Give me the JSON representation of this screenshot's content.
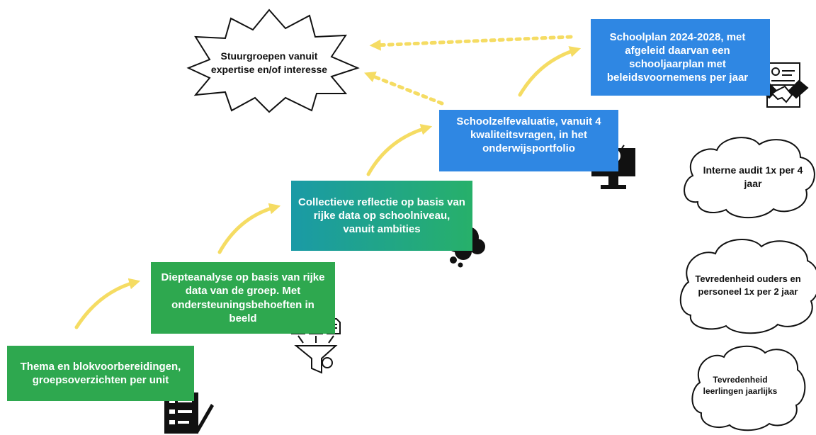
{
  "colors": {
    "green": "#2ea84f",
    "teal_start": "#1a9aa6",
    "blue": "#2f87e3",
    "arrow": "#f5dc63"
  },
  "steps": [
    {
      "label": "Thema en blokvoorbereidingen, groepsoverzichten per unit",
      "icon": "checklist-pen-icon"
    },
    {
      "label": "Diepteanalyse op basis van rijke data van de groep. Met ondersteuningsbehoeften in beeld",
      "icon": "documents-funnel-icon"
    },
    {
      "label": "Collectieve reflectie op basis van rijke data op schoolniveau, vanuit ambities",
      "icon": "thought-cloud-icon"
    },
    {
      "label": "Schoolzelfevaluatie, vanuit 4 kwaliteitsvragen, in het onderwijsportfolio",
      "icon": "lightbulb-monitor-icon"
    },
    {
      "label": "Schoolplan 2024-2028, met afgeleid daarvan een schooljaarplan met beleidsvoornemens per jaar",
      "icon": "contract-handshake-icon"
    }
  ],
  "starburst": {
    "label": "Stuurgroepen vanuit expertise en/of interesse"
  },
  "clouds": [
    {
      "label": "Interne audit 1x per 4 jaar"
    },
    {
      "label": "Tevredenheid ouders en personeel 1x per 2 jaar"
    },
    {
      "label": "Tevredenheid leerlingen jaarlijks"
    }
  ]
}
